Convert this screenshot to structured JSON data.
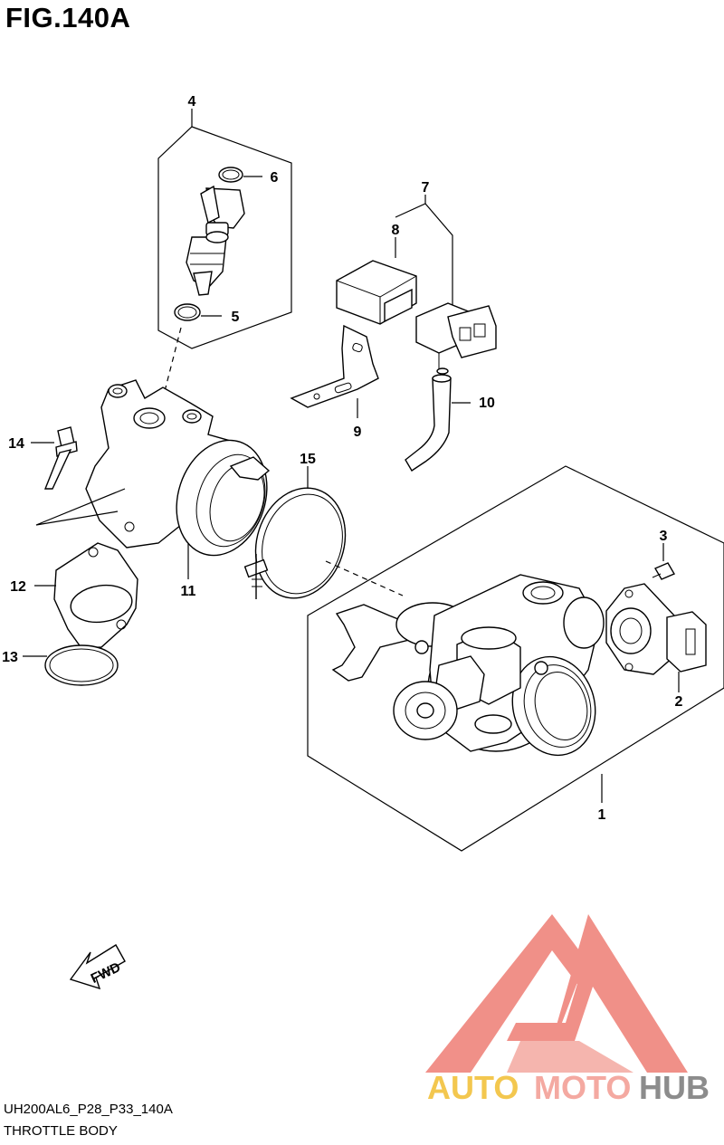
{
  "figure": {
    "title": "FIG.140A",
    "code": "UH200AL6_P28_P33_140A",
    "caption": "THROTTLE BODY",
    "fwd_label": "FWD"
  },
  "watermark": {
    "word_part1": "AUTO",
    "word_part2": "MOTO",
    "word_part3": "HUB",
    "colors": {
      "auto": "#f3c74f",
      "moto": "#f4a9a1",
      "hub": "#8c8c8c",
      "logo": "#ee7d74"
    }
  },
  "callouts": [
    {
      "id": "1",
      "label": "1"
    },
    {
      "id": "2",
      "label": "2"
    },
    {
      "id": "3",
      "label": "3"
    },
    {
      "id": "4",
      "label": "4"
    },
    {
      "id": "5",
      "label": "5"
    },
    {
      "id": "6",
      "label": "6"
    },
    {
      "id": "7",
      "label": "7"
    },
    {
      "id": "8",
      "label": "8"
    },
    {
      "id": "9",
      "label": "9"
    },
    {
      "id": "10",
      "label": "10"
    },
    {
      "id": "11",
      "label": "11"
    },
    {
      "id": "12",
      "label": "12"
    },
    {
      "id": "13",
      "label": "13"
    },
    {
      "id": "14",
      "label": "14"
    },
    {
      "id": "15",
      "label": "15"
    }
  ]
}
